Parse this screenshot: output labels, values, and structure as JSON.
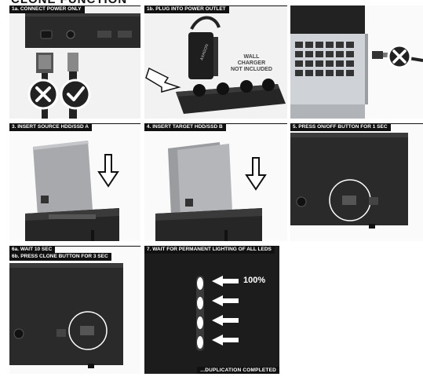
{
  "page": {
    "heading": "CLONE FUNCTION"
  },
  "steps": {
    "s1a": "1a. CONNECT POWER ONLY",
    "s1b": "1b. PLUG INTO POWER OUTLET",
    "s3": "3. INSERT SOURCE HDD/SSD A",
    "s4": "4. INSERT TARGET HDD/SSD B",
    "s5": "5. PRESS ON/OFF BUTTON FOR 1 SEC",
    "s6a": "6a. WAIT 10 SEC",
    "s6b": "6b. PRESS CLONE BUTTON FOR 3 SEC",
    "s7": "7. WAIT FOR PERMANENT LIGHTING OF ALL LEDS"
  },
  "wall_charger_note": [
    "WALL",
    "CHARGER",
    "NOT INCLUDED"
  ],
  "charger_brand": "AXAGON",
  "led_percent": "100%",
  "duplication_label": "...DUPLICATION COMPLETED",
  "colors": {
    "label_bg": "#111111",
    "label_text": "#ffffff",
    "panel_bg": "#f2f2f2",
    "device": "#2a2a2a"
  },
  "icons": [
    "cross-circle-icon",
    "check-circle-icon",
    "down-arrow-icon",
    "left-arrow-icon",
    "right-arrow-icon"
  ]
}
